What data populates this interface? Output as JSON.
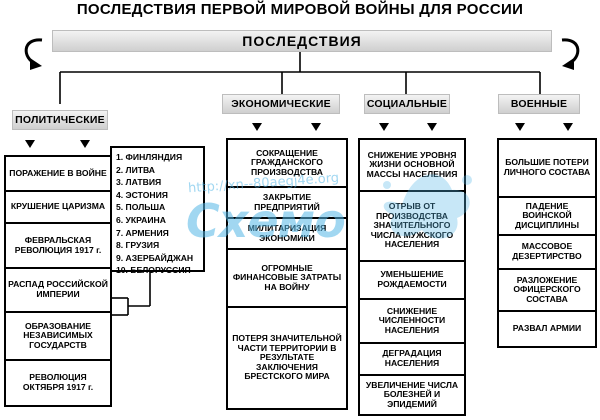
{
  "title": "ПОСЛЕДСТВИЯ ПЕРВОЙ МИРОВОЙ ВОЙНЫ ДЛЯ РОССИИ",
  "main": "ПОСЛЕДСТВИЯ",
  "categories": {
    "political": "ПОЛИТИЧЕСКИЕ",
    "economic": "ЭКОНОМИЧЕСКИЕ",
    "social": "СОЦИАЛЬНЫЕ",
    "military": "ВОЕННЫЕ"
  },
  "political_items": [
    "ПОРАЖЕНИЕ В ВОЙНЕ",
    "КРУШЕНИЕ ЦАРИЗМА",
    "ФЕВРАЛЬСКАЯ РЕВОЛЮЦИЯ 1917 г.",
    "РАСПАД РОССИЙСКОЙ ИМПЕРИИ",
    "ОБРАЗОВАНИЕ НЕЗАВИСИМЫХ ГОСУДАРСТВ",
    "РЕВОЛЮЦИЯ ОКТЯБРЯ 1917 г."
  ],
  "states_list": [
    "1. ФИНЛЯНДИЯ",
    "2. ЛИТВА",
    "3. ЛАТВИЯ",
    "4. ЭСТОНИЯ",
    "5. ПОЛЬША",
    "6. УКРАИНА",
    "7. АРМЕНИЯ",
    "8. ГРУЗИЯ",
    "9. АЗЕРБАЙДЖАН",
    "10. БЕЛОРУССИЯ"
  ],
  "economic_items": [
    "СОКРАЩЕНИЕ ГРАЖДАНСКОГО ПРОИЗВОДСТВА",
    "ЗАКРЫТИЕ ПРЕДПРИЯТИЙ",
    "МИЛИТАРИЗАЦИЯ ЭКОНОМИКИ",
    "ОГРОМНЫЕ ФИНАНСОВЫЕ ЗАТРАТЫ НА ВОЙНУ",
    "ПОТЕРЯ ЗНАЧИТЕЛЬНОЙ ЧАСТИ ТЕРРИТОРИИ В РЕЗУЛЬТАТЕ ЗАКЛЮЧЕНИЯ БРЕСТСКОГО МИРА"
  ],
  "social_items": [
    "СНИЖЕНИЕ УРОВНЯ ЖИЗНИ ОСНОВНОЙ МАССЫ НАСЕЛЕНИЯ",
    "ОТРЫВ ОТ ПРОИЗВОДСТВА ЗНАЧИТЕЛЬНОГО ЧИСЛА МУЖСКОГО НАСЕЛЕНИЯ",
    "УМЕНЬШЕНИЕ РОЖДАЕМОСТИ",
    "СНИЖЕНИЕ ЧИСЛЕННОСТИ НАСЕЛЕНИЯ",
    "ДЕГРАДАЦИЯ НАСЕЛЕНИЯ",
    "УВЕЛИЧЕНИЕ ЧИСЛА БОЛЕЗНЕЙ И ЭПИДЕМИЙ"
  ],
  "military_items": [
    "БОЛЬШИЕ ПОТЕРИ ЛИЧНОГО СОСТАВА",
    "ПАДЕНИЕ ВОИНСКОЙ ДИСЦИПЛИНЫ",
    "МАССОВОЕ ДЕЗЕРТИРСТВО",
    "РАЗЛОЖЕНИЕ ОФИЦЕРСКОГО СОСТАВА",
    "РАЗВАЛ АРМИИ"
  ],
  "watermark": {
    "url": "http://xn--80aegj4e.org",
    "logo": "Схемо",
    "color": "#55b7e6"
  }
}
